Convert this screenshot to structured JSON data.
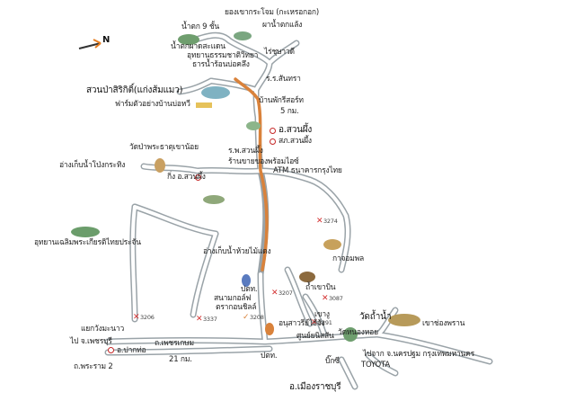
{
  "compass": {
    "letter": "N"
  },
  "labels": {
    "pha_nern_thung": "ยองเขากระโจม (กะเหรอกอก)",
    "nam_tok_9": "น้ำตก 9 ชั้น",
    "pha_nam_taklaeng": "ผาน้ำตกแล้ง",
    "nam_tok_pha_daeng": "น้ำตกผาดสะแดน",
    "wildlife_center": "อุทยานธรรมชาติวิทยา",
    "rongchai": "ไร่ชุษาวดี",
    "tharn_nam": "ธารน้ำร้อนบ่อคลึง",
    "rr_school": "ร.ร.สันทรา",
    "suan_pa_sirikit": "สวนป่าสิริกิติ์(แก่งส้มแมว)",
    "farm": "ฟาร์มตัวอย่างบ้านบ่อหวี",
    "the_scenery": "บ้านพักรีสอร์ท",
    "km5": "5 กม.",
    "amphoe_suanphueng": "อ.สวนผึ้ง",
    "police": "สภ.สวนผึ้ง",
    "wat_phrathat": "วัดป่าพระธาตุเขาน้อย",
    "hospital": "ร.พ.สวนผึ้ง",
    "shop": "ร้านขายของพร้อมไอซ์",
    "atm": "ATM ธนาคารกรุงไทย",
    "ang_kep_nam": "อ่างเก็บน้ำโป่งกระทิง",
    "king_amphoe": "กิ่ง อ.สวนผึ้ง",
    "route_3274": "3274",
    "udom_park": "อุทยานเฉลิมพระเกียรติไทยประจัน",
    "ang_huai": "อ่างเก็บน้ำห้วยไม้แดง",
    "kaeng_phol": "กาจอมพล",
    "ptt1": "ปตท.",
    "golf": "สนามกอล์ฟ",
    "golf2": "ตรากอนชิลล์",
    "tham_khao_bin": "ถ้ำเขาบิน",
    "route_3207": "3207",
    "route_3087": "3087",
    "route_3206": "3206",
    "route_3337": "3337",
    "route_3208": "3208",
    "khao_ngu": "เขางู",
    "route_3291": "3291",
    "wat_khanon": "วัดถ้ำน้ำ",
    "khao_chong_phran": "เขาช่องพราน",
    "yaek_wang_manao": "แยกวังมะนาว",
    "to_petchaburi": "ไป จ.เพชรบุรี",
    "pak_tho": "อ.ปากท่อ",
    "petchkasem": "ถ.เพชรเกษม",
    "ptt2": "ปตท.",
    "nong_kok": "อนุสาวรีย์ไอ้จ้ง",
    "central": "ศูนย์ยนิสสัน",
    "wat_nong_hoi": "วัดหนองหอย",
    "rama2": "ถ.พระราม 2",
    "km21": "21 กม.",
    "bigc": "บิ๊กซี",
    "toyota": "TOYOTA",
    "to_nakhon": "ไปจาก จ.นครปฐม  กรุงเทพมหานคร",
    "muang_ratchaburi": "อ.เมืองราชบุรี"
  },
  "colors": {
    "road": "#9aa3a8",
    "road_fill": "#ffffff",
    "main_route": "#d9823b",
    "mark": "#d32f2f"
  }
}
